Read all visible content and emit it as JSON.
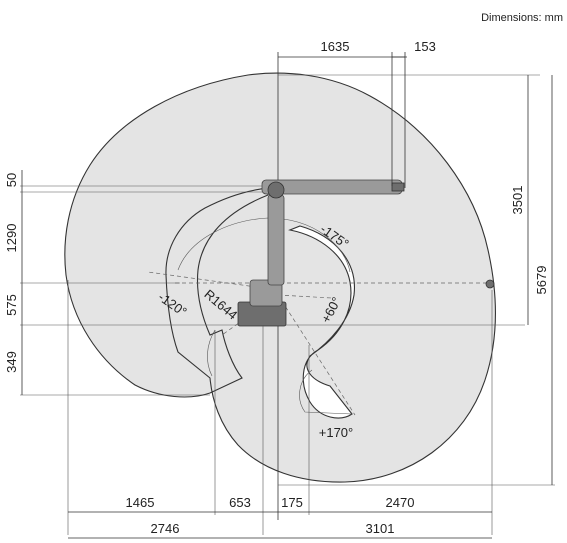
{
  "units_note": "Dimensions: mm",
  "top_dims": {
    "reach_forward": "1635",
    "flange_offset": "153"
  },
  "right_dims": {
    "height_upper": "3501",
    "height_total": "5679"
  },
  "left_dims": {
    "d50": "50",
    "d1290": "1290",
    "d575": "575",
    "d349": "349"
  },
  "bottom_dims_row1": {
    "d1465": "1465",
    "d653": "653",
    "d175": "175",
    "d2470": "2470"
  },
  "bottom_dims_row2": {
    "d2746": "2746",
    "d3101": "3101"
  },
  "angles": {
    "a_neg175": "-175°",
    "a_neg120": "-120°",
    "a_pos60": "+60°",
    "a_pos170": "+170°"
  },
  "radius_label": "R1644"
}
